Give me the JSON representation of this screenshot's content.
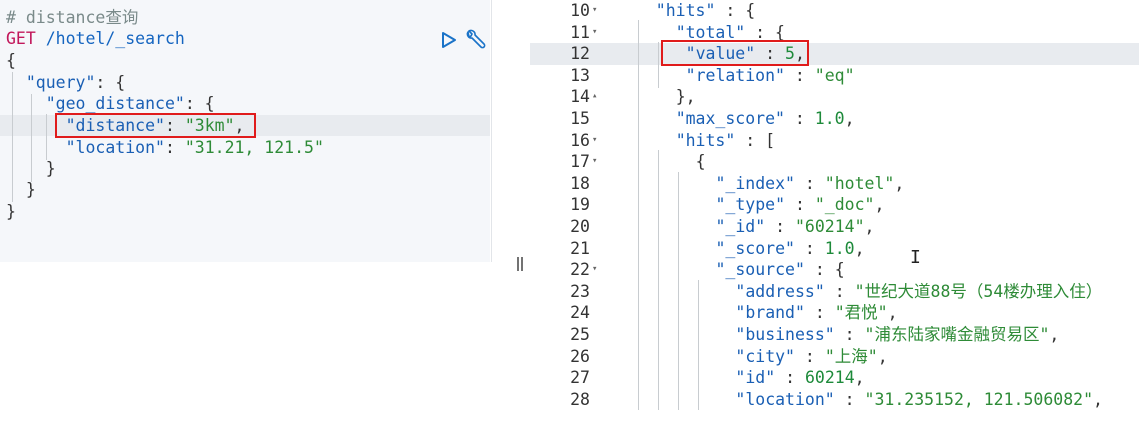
{
  "left_editor": {
    "lines": [
      {
        "parts": [
          {
            "t": "# distance查询",
            "c": "comment"
          }
        ]
      },
      {
        "parts": [
          {
            "t": "GET",
            "c": "method"
          },
          {
            "t": " /hotel/_search",
            "c": "path"
          }
        ]
      },
      {
        "parts": [
          {
            "t": "{",
            "c": "punc"
          }
        ]
      },
      {
        "parts": [
          {
            "t": "  \"query\"",
            "c": "key"
          },
          {
            "t": ": {",
            "c": "punc"
          }
        ]
      },
      {
        "parts": [
          {
            "t": "    \"geo_distance\"",
            "c": "key"
          },
          {
            "t": ": {",
            "c": "punc"
          }
        ]
      },
      {
        "parts": [
          {
            "t": "      \"distance\"",
            "c": "key"
          },
          {
            "t": ": ",
            "c": "punc"
          },
          {
            "t": "\"3km\"",
            "c": "str"
          },
          {
            "t": ",",
            "c": "punc"
          }
        ]
      },
      {
        "parts": [
          {
            "t": "      \"location\"",
            "c": "key"
          },
          {
            "t": ": ",
            "c": "punc"
          },
          {
            "t": "\"31.21, 121.5\"",
            "c": "str"
          }
        ]
      },
      {
        "parts": [
          {
            "t": "    }",
            "c": "punc"
          }
        ]
      },
      {
        "parts": [
          {
            "t": "  }",
            "c": "punc"
          }
        ]
      },
      {
        "parts": [
          {
            "t": "}",
            "c": "punc"
          }
        ]
      }
    ]
  },
  "right_editor": {
    "lines": [
      {
        "n": "10",
        "fold": "▾",
        "indent": 4,
        "parts": [
          {
            "t": "\"hits\"",
            "c": "key"
          },
          {
            "t": " : {",
            "c": "punc"
          }
        ]
      },
      {
        "n": "11",
        "fold": "▾",
        "indent": 6,
        "parts": [
          {
            "t": "\"total\"",
            "c": "key"
          },
          {
            "t": " : {",
            "c": "punc"
          }
        ]
      },
      {
        "n": "12",
        "fold": "",
        "indent": 7,
        "parts": [
          {
            "t": "\"value\"",
            "c": "key"
          },
          {
            "t": " : ",
            "c": "punc"
          },
          {
            "t": "5",
            "c": "num"
          },
          {
            "t": ",",
            "c": "punc"
          }
        ]
      },
      {
        "n": "13",
        "fold": "",
        "indent": 7,
        "parts": [
          {
            "t": "\"relation\"",
            "c": "key"
          },
          {
            "t": " : ",
            "c": "punc"
          },
          {
            "t": "\"eq\"",
            "c": "str"
          }
        ]
      },
      {
        "n": "14",
        "fold": "▴",
        "indent": 6,
        "parts": [
          {
            "t": "},",
            "c": "punc"
          }
        ]
      },
      {
        "n": "15",
        "fold": "",
        "indent": 6,
        "parts": [
          {
            "t": "\"max_score\"",
            "c": "key"
          },
          {
            "t": " : ",
            "c": "punc"
          },
          {
            "t": "1.0",
            "c": "num"
          },
          {
            "t": ",",
            "c": "punc"
          }
        ]
      },
      {
        "n": "16",
        "fold": "▾",
        "indent": 6,
        "parts": [
          {
            "t": "\"hits\"",
            "c": "key"
          },
          {
            "t": " : [",
            "c": "punc"
          }
        ]
      },
      {
        "n": "17",
        "fold": "▾",
        "indent": 8,
        "parts": [
          {
            "t": "{",
            "c": "punc"
          }
        ]
      },
      {
        "n": "18",
        "fold": "",
        "indent": 10,
        "parts": [
          {
            "t": "\"_index\"",
            "c": "key"
          },
          {
            "t": " : ",
            "c": "punc"
          },
          {
            "t": "\"hotel\"",
            "c": "str"
          },
          {
            "t": ",",
            "c": "punc"
          }
        ]
      },
      {
        "n": "19",
        "fold": "",
        "indent": 10,
        "parts": [
          {
            "t": "\"_type\"",
            "c": "key"
          },
          {
            "t": " : ",
            "c": "punc"
          },
          {
            "t": "\"_doc\"",
            "c": "str"
          },
          {
            "t": ",",
            "c": "punc"
          }
        ]
      },
      {
        "n": "20",
        "fold": "",
        "indent": 10,
        "parts": [
          {
            "t": "\"_id\"",
            "c": "key"
          },
          {
            "t": " : ",
            "c": "punc"
          },
          {
            "t": "\"60214\"",
            "c": "str"
          },
          {
            "t": ",",
            "c": "punc"
          }
        ]
      },
      {
        "n": "21",
        "fold": "",
        "indent": 10,
        "parts": [
          {
            "t": "\"_score\"",
            "c": "key"
          },
          {
            "t": " : ",
            "c": "punc"
          },
          {
            "t": "1.0",
            "c": "num"
          },
          {
            "t": ",",
            "c": "punc"
          }
        ]
      },
      {
        "n": "22",
        "fold": "▾",
        "indent": 10,
        "parts": [
          {
            "t": "\"_source\"",
            "c": "key"
          },
          {
            "t": " : {",
            "c": "punc"
          }
        ]
      },
      {
        "n": "23",
        "fold": "",
        "indent": 12,
        "parts": [
          {
            "t": "\"address\"",
            "c": "key"
          },
          {
            "t": " : ",
            "c": "punc"
          },
          {
            "t": "\"世纪大道88号（54楼办理入住）",
            "c": "str"
          }
        ]
      },
      {
        "n": "24",
        "fold": "",
        "indent": 12,
        "parts": [
          {
            "t": "\"brand\"",
            "c": "key"
          },
          {
            "t": " : ",
            "c": "punc"
          },
          {
            "t": "\"君悦\"",
            "c": "str"
          },
          {
            "t": ",",
            "c": "punc"
          }
        ]
      },
      {
        "n": "25",
        "fold": "",
        "indent": 12,
        "parts": [
          {
            "t": "\"business\"",
            "c": "key"
          },
          {
            "t": " : ",
            "c": "punc"
          },
          {
            "t": "\"浦东陆家嘴金融贸易区\"",
            "c": "str"
          },
          {
            "t": ",",
            "c": "punc"
          }
        ]
      },
      {
        "n": "26",
        "fold": "",
        "indent": 12,
        "parts": [
          {
            "t": "\"city\"",
            "c": "key"
          },
          {
            "t": " : ",
            "c": "punc"
          },
          {
            "t": "\"上海\"",
            "c": "str"
          },
          {
            "t": ",",
            "c": "punc"
          }
        ]
      },
      {
        "n": "27",
        "fold": "",
        "indent": 12,
        "parts": [
          {
            "t": "\"id\"",
            "c": "key"
          },
          {
            "t": " : ",
            "c": "punc"
          },
          {
            "t": "60214",
            "c": "num"
          },
          {
            "t": ",",
            "c": "punc"
          }
        ]
      },
      {
        "n": "28",
        "fold": "",
        "indent": 12,
        "parts": [
          {
            "t": "\"location\"",
            "c": "key"
          },
          {
            "t": " : ",
            "c": "punc"
          },
          {
            "t": "\"31.235152, 121.506082\"",
            "c": "str"
          },
          {
            "t": ",",
            "c": "punc"
          }
        ]
      }
    ]
  },
  "icons": {
    "run": "play-icon",
    "settings": "wrench-icon",
    "splitter": "splitter-handle-icon",
    "text_cursor": "text-cursor-icon"
  },
  "colors": {
    "highlight_box": "#e01b1b",
    "string": "#2e8b37",
    "key": "#1a5fb4",
    "method": "#c2185b"
  }
}
